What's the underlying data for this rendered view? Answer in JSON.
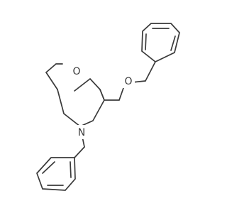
{
  "atoms": {
    "oxygen_ring": "O",
    "oxygen_ether": "O",
    "nitrogen": "N"
  }
}
